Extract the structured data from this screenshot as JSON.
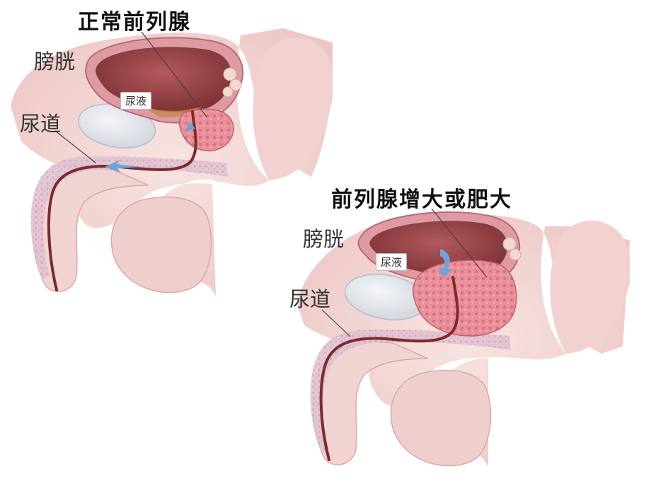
{
  "normal": {
    "title": "正常前列腺",
    "bladder_label": "膀胱",
    "urine_label": "尿液",
    "urethra_label": "尿道"
  },
  "enlarged": {
    "title": "前列腺增大或肥大",
    "bladder_label": "膀胱",
    "urine_label": "尿液",
    "urethra_label": "尿道"
  },
  "colors": {
    "skin": "#f4dbd9",
    "bladder_wall": "#d98b94",
    "bladder_inner": "#9e4a4e",
    "prostate": "#e78995",
    "urethra": "#7a2b2b",
    "flow_arrow": "#6fa4d8",
    "bone": "#e6e9ee"
  }
}
